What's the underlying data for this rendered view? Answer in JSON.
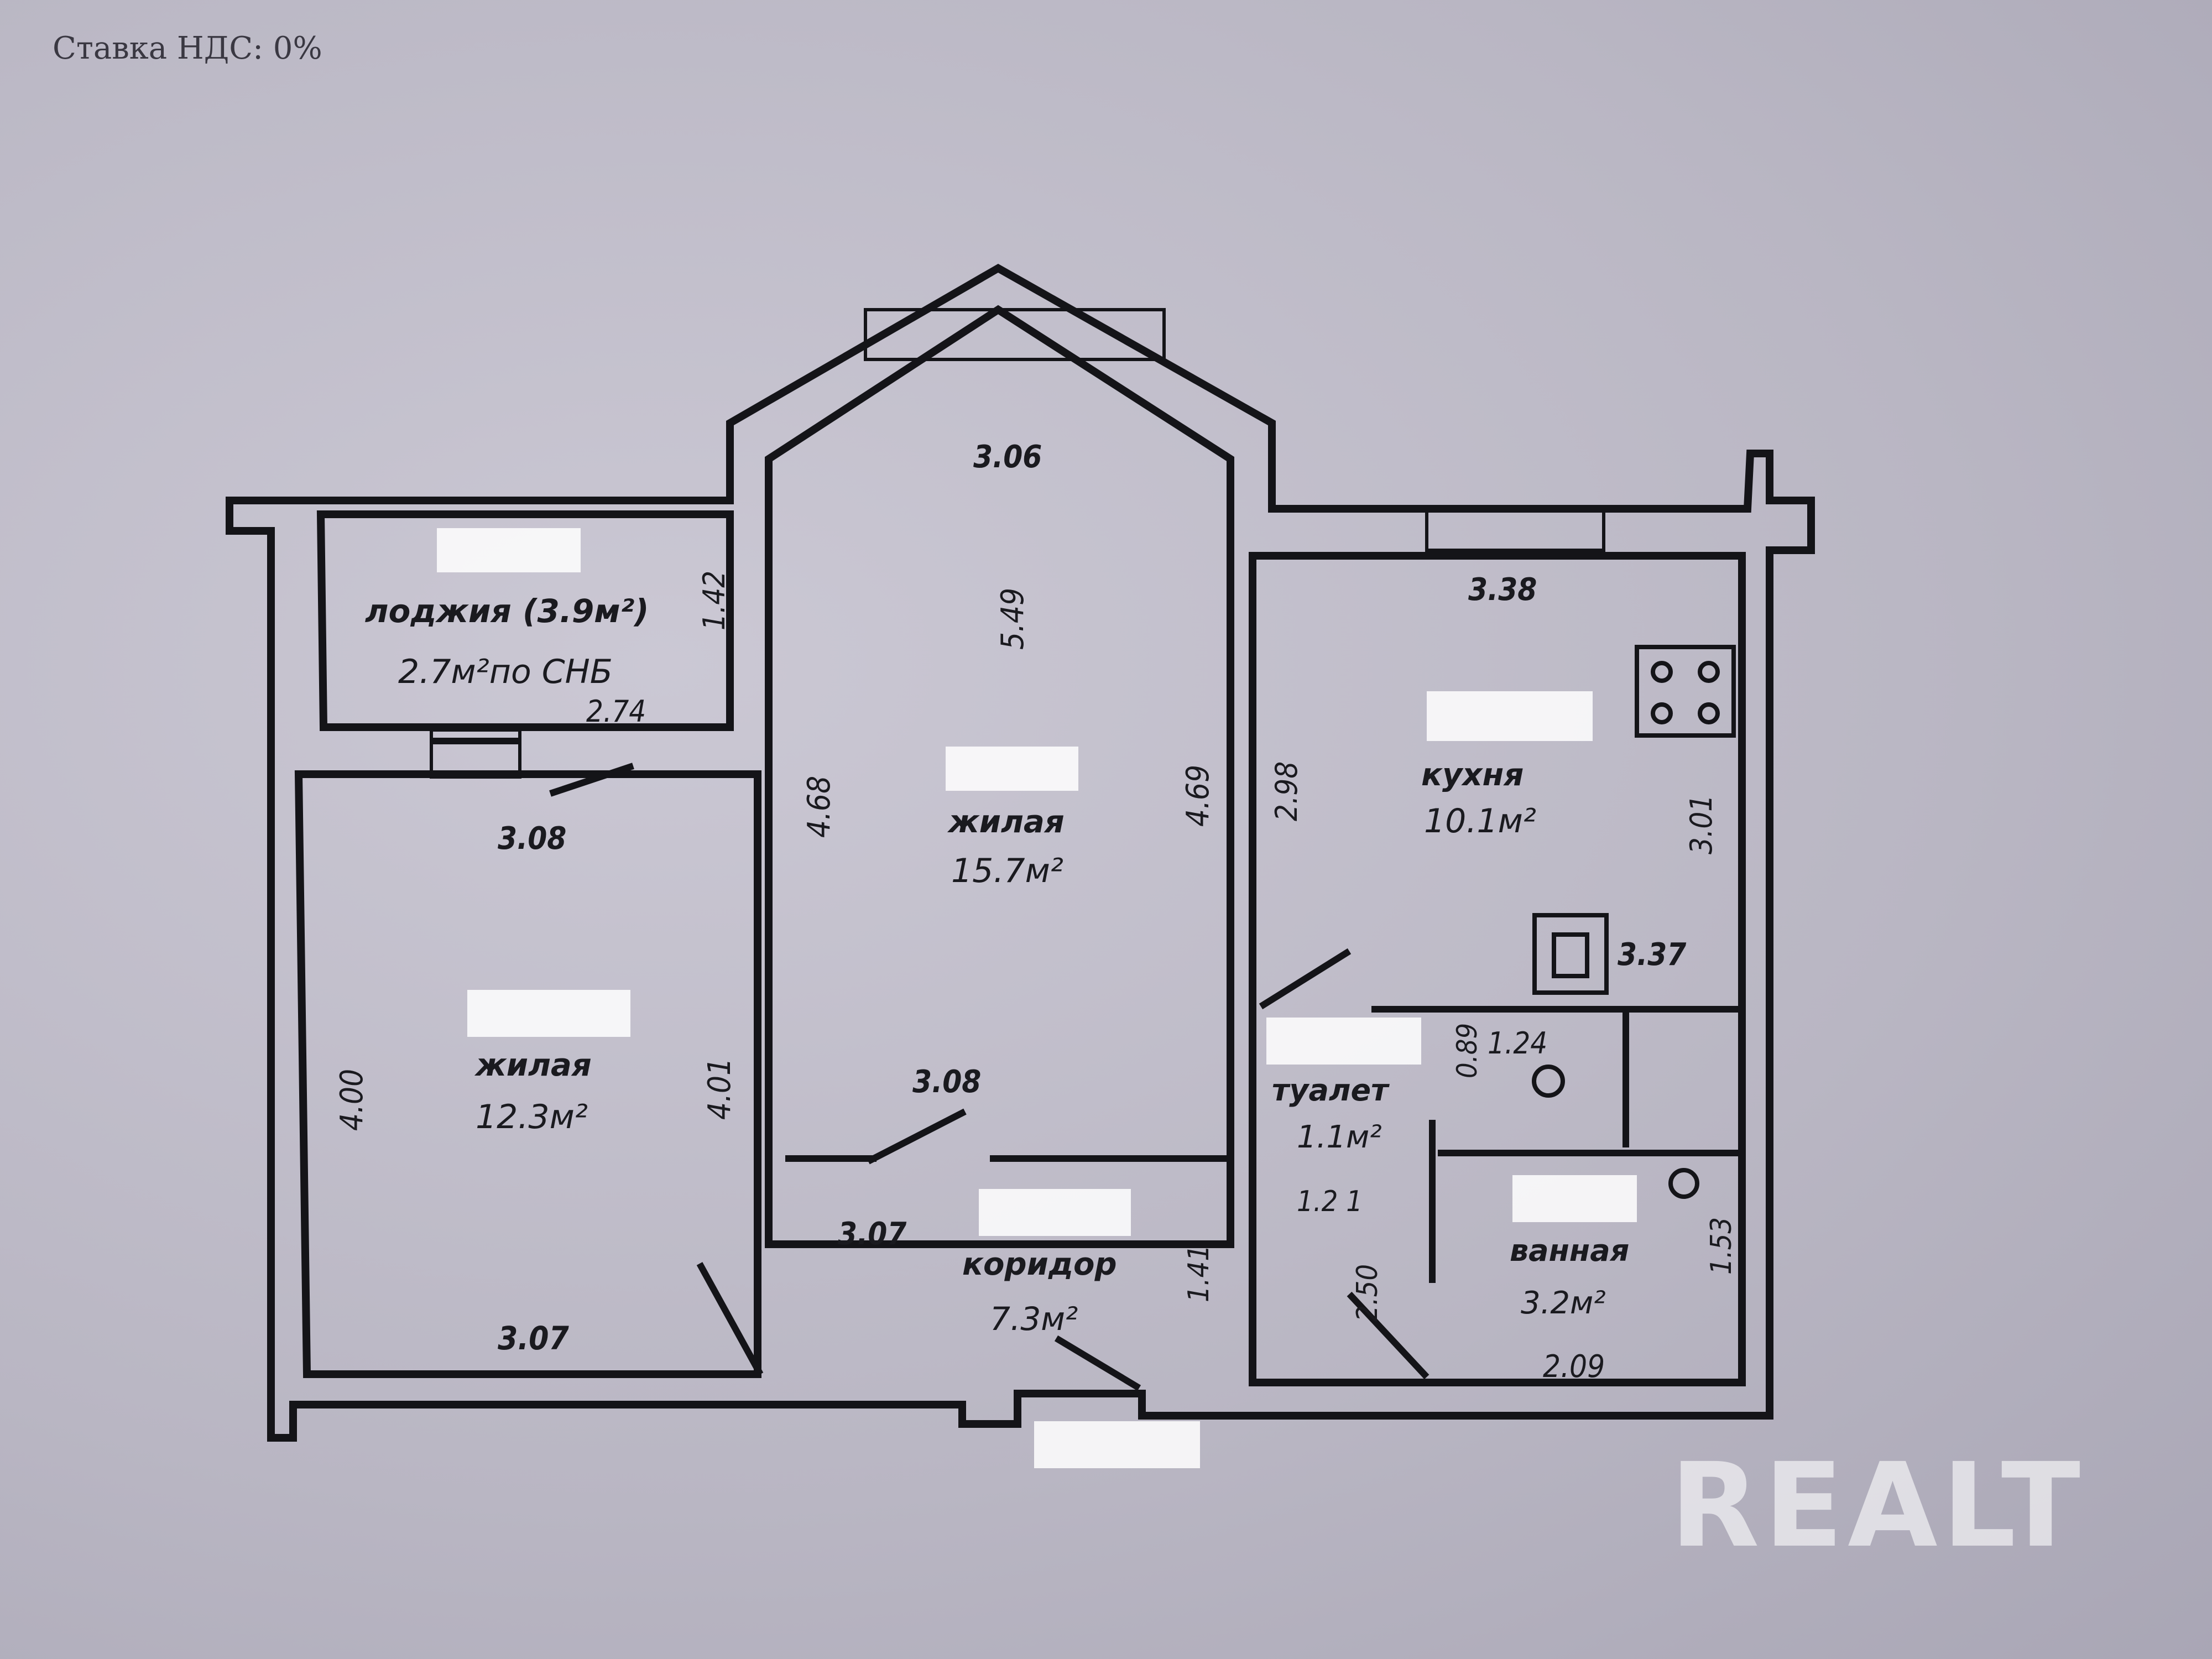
{
  "header": {
    "vat_text": "Ставка НДС: 0%"
  },
  "watermark": "REALT",
  "rooms": {
    "loggia": {
      "name": "лоджия (3.9м²)",
      "area": "2.7м²по СНБ"
    },
    "living_left": {
      "name": "жилая",
      "area": "12.3м²"
    },
    "living_center": {
      "name": "жилая",
      "area": "15.7м²"
    },
    "kitchen": {
      "name": "кухня",
      "area": "10.1м²"
    },
    "toilet": {
      "name": "туалет",
      "area": "1.1м²"
    },
    "bath": {
      "name": "ванная",
      "area": "3.2м²"
    },
    "corridor": {
      "name": "коридор",
      "area": "7.3м²"
    }
  },
  "dimensions": {
    "loggia_height": "1.42",
    "loggia_width": "2.74",
    "left_top": "3.08",
    "left_height_a": "4.00",
    "left_height_b": "4.01",
    "left_bottom": "3.07",
    "center_top": "3.06",
    "center_diag": "5.49",
    "center_left_h": "4.68",
    "center_right_h": "4.69",
    "center_inner": "3.08",
    "center_bottom": "3.07",
    "kitchen_top": "3.38",
    "kitchen_left_h": "2.98",
    "kitchen_right_h": "3.01",
    "kitchen_bottom": "3.37",
    "toilet_w": "1.24",
    "toilet_h": "0.89",
    "toilet_extra": "1.2 1",
    "corridor_w": "1.41",
    "corridor_diag": "2.50",
    "bath_h": "1.53",
    "bath_w": "2.09"
  }
}
